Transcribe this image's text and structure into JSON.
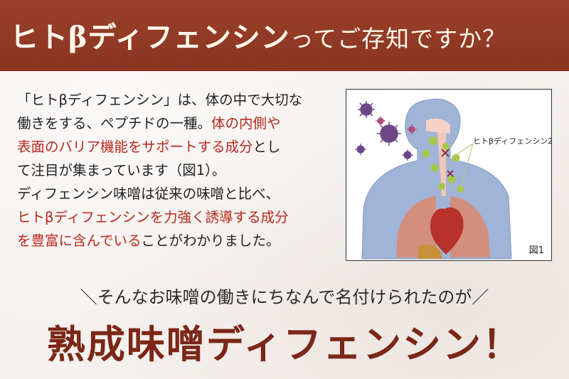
{
  "banner": {
    "title_main": "ヒトβディフェンシン",
    "title_rest": "ってご存知ですか？"
  },
  "body": {
    "p1a": "「ヒトβディフェンシン」は、体の中で大切な",
    "p1b": "働きをする、ペプチドの一種。",
    "p1c_hl": "体の内側や",
    "p1d_hl": "表面のバリア機能をサポートする成分",
    "p1e": "とし",
    "p1f": "て注目が集まっています（図1）。",
    "p2a": "ディフェンシン味噌は従来の味噌と比べ、",
    "p2b_hl": "ヒトβディフェンシンを力強く誘導する成分",
    "p2c_hl": "を豊富に含んでいる",
    "p2d": "ことがわかりました。"
  },
  "figure": {
    "callout": "ヒトβディフェンシン2",
    "label": "図1"
  },
  "subline": "＼そんなお味噌の働きにちなんで名付けられたのが／",
  "main_title": "熟成味噌ディフェンシン！",
  "colors": {
    "banner": "#8f3a26",
    "highlight": "#b8281c",
    "main_title": "#7b2717"
  }
}
